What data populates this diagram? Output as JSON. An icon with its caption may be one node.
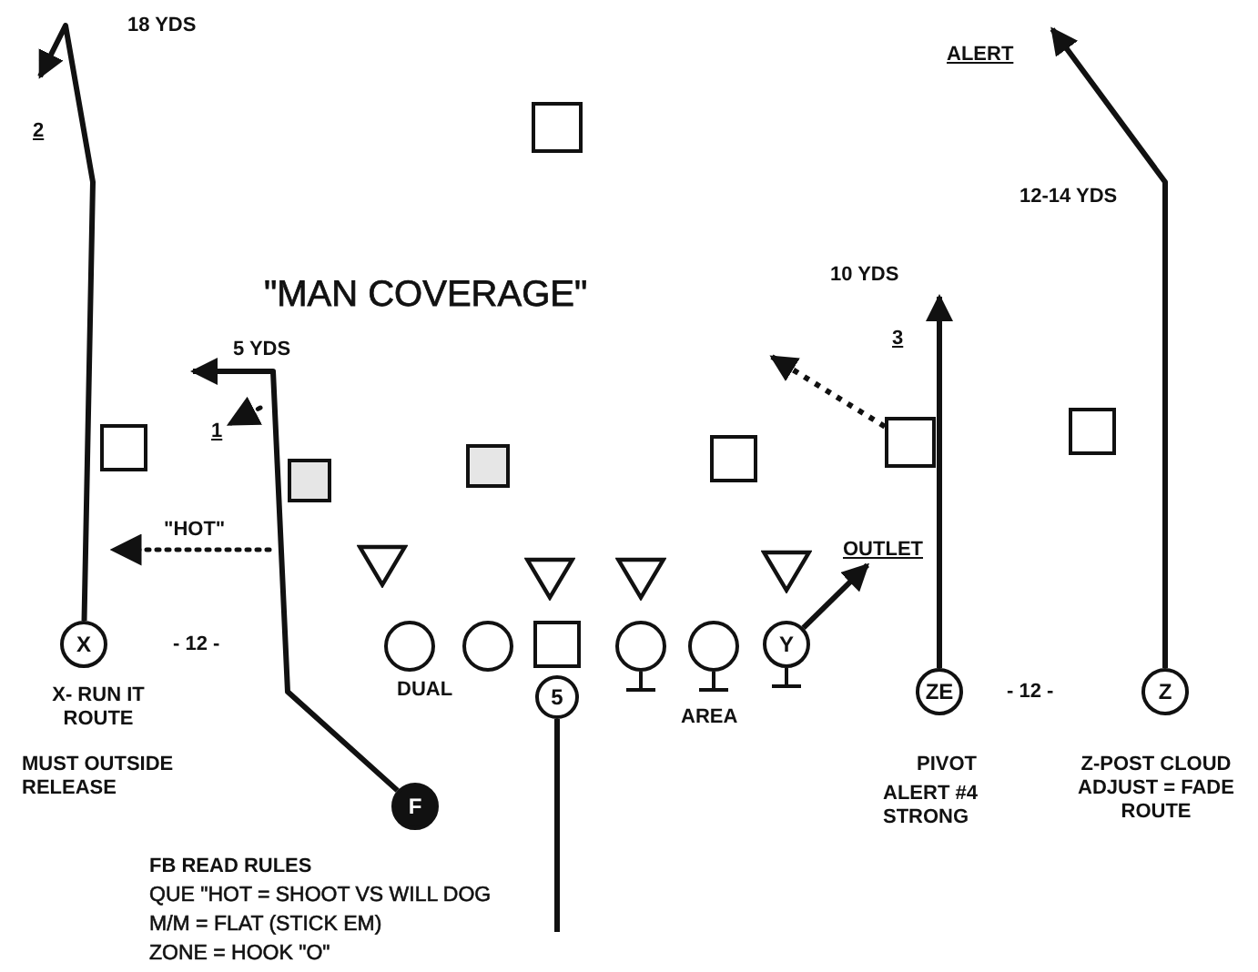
{
  "diagram": {
    "title": "\"MAN COVERAGE\"",
    "nodes": [
      {
        "text": [],
        "shape": "box"
      },
      {
        "text": [],
        "shape": "box"
      },
      {
        "text": [],
        "shape": "box"
      },
      {
        "text": [],
        "shape": "box"
      },
      {
        "text": [],
        "shape": "box"
      },
      {
        "text": [],
        "shape": "box"
      },
      {
        "text": [],
        "shape": "box"
      },
      {
        "text": [],
        "shape": "triangle"
      },
      {
        "text": [],
        "shape": "triangle"
      },
      {
        "text": [],
        "shape": "triangle"
      },
      {
        "text": [],
        "shape": "triangle"
      },
      {
        "text": [
          "X"
        ],
        "beside": [
          "X- RUN IT ROUTE",
          "MUST OUTSIDE RELEASE"
        ]
      },
      {
        "text": [],
        "shape": "circle"
      },
      {
        "text": [],
        "shape": "circle"
      },
      {
        "text": [],
        "shape": "box"
      },
      {
        "text": [],
        "shape": "circle"
      },
      {
        "text": [],
        "shape": "circle"
      },
      {
        "text": [
          "Y"
        ]
      },
      {
        "text": [
          "5"
        ]
      },
      {
        "text": [
          "ZE"
        ],
        "beside": [
          "PIVOT",
          "ALERT #4 STRONG"
        ]
      },
      {
        "text": [
          "Z"
        ],
        "beside": [
          "Z-POST CLOUD ADJUST = FADE ROUTE"
        ]
      },
      {
        "text": [
          "F"
        ]
      },
      {
        "text": [
          "OUTLET"
        ]
      }
    ],
    "edges": [
      {
        "from": 11,
        "to": null,
        "arrow": "to"
      },
      {
        "from": 21,
        "to": null,
        "arrow": "to"
      },
      {
        "from": 18,
        "to": null,
        "arrow": "none"
      },
      {
        "from": 17,
        "to": 22,
        "arrow": "to"
      },
      {
        "from": 19,
        "to": null,
        "arrow": "to"
      },
      {
        "from": 20,
        "to": null,
        "arrow": "to"
      },
      {
        "from": 5,
        "to": null,
        "arrow": "to",
        "style": "dashed"
      }
    ],
    "labels": [
      "18 YDS",
      "2",
      "ALERT",
      "12-14 YDS",
      "5 YDS",
      "10 YDS",
      "1",
      "3",
      "\"HOT\"",
      "- 12 -",
      "DUAL",
      "AREA",
      "- 12 -",
      "FB READ RULES",
      "QUE \"HOT = SHOOT VS WILL DOG",
      "M/M = FLAT (STICK EM)",
      "ZONE = HOOK \"O\""
    ]
  }
}
